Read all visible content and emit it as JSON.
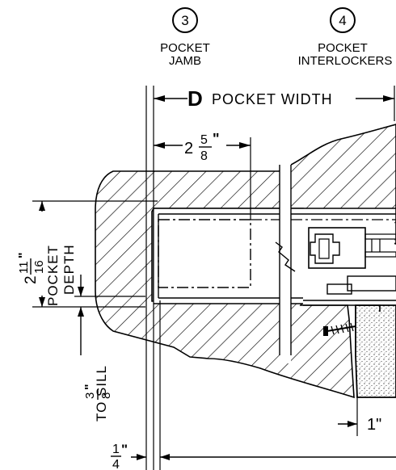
{
  "callouts": [
    {
      "number": "3",
      "line1": "POCKET",
      "line2": "JAMB"
    },
    {
      "number": "4",
      "line1": "POCKET",
      "line2": "INTERLOCKERS"
    }
  ],
  "dimensions": {
    "pocket_width_letter": "D",
    "pocket_width_label": "POCKET WIDTH",
    "jamb_whole": "2",
    "jamb_num": "5",
    "jamb_den": "8",
    "jamb_inch": "\"",
    "depth_whole": "2",
    "depth_num": "11",
    "depth_den": "16",
    "depth_inch": "\"",
    "depth_label1": "POCKET",
    "depth_label2": "DEPTH",
    "sill_num": "3",
    "sill_den": "8",
    "sill_inch": "\"",
    "sill_label": "TO SILL",
    "one_inch": "1\"",
    "quarter_num": "1",
    "quarter_den": "4",
    "quarter_inch": "\""
  }
}
